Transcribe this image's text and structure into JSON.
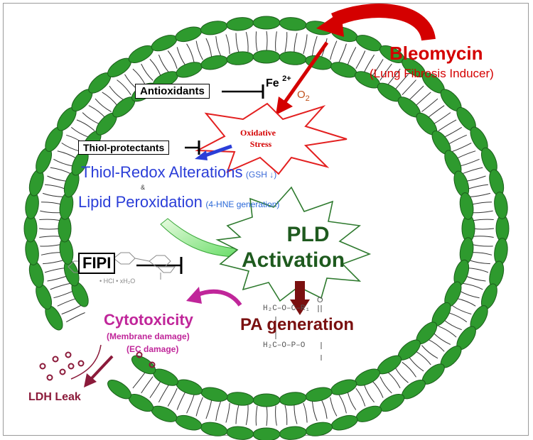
{
  "title": "",
  "bleomycin": {
    "name": "Bleomycin",
    "subtitle": "(Lung Fibrosis Inducer)"
  },
  "iron": {
    "symbol": "Fe",
    "charge": "2+"
  },
  "oxygen": {
    "symbol": "O",
    "subscript": "2"
  },
  "antioxidants": "Antioxidants",
  "oxidative_stress": {
    "line1": "Oxidative",
    "line2": "Stress"
  },
  "thiol_protectants": "Thiol-protectants",
  "thiol_redox": {
    "main": "Thiol-Redox Alterations",
    "note": "(GSH ↓)"
  },
  "connector": "&",
  "lipid_peroxidation": {
    "main": "Lipid Peroxidation",
    "note": "(4-HNE generation)"
  },
  "pld": {
    "line1": "PLD",
    "line2": "Activation"
  },
  "fipi": {
    "name": "FIPI",
    "formula_note": "• HCl • xH₂O"
  },
  "pa_generation": "PA generation",
  "cytotoxicity": {
    "title": "Cytotoxicity",
    "line1": "(Membrane damage)",
    "line2": "(EC damage)"
  },
  "ldh_leak": "LDH Leak",
  "pa_structure": {
    "row1": "H₂C–O–C–R₁",
    "row2": "H₂C–O–P–O",
    "carbonyl": "O"
  },
  "colors": {
    "membrane_green": "#2e9a2e",
    "bleomycin_red": "#d40000",
    "thiol_blue": "#2b3ed8",
    "pld_green": "#1e5a1e",
    "pa_brown": "#7a1010",
    "cytotoxicity_magenta": "#c0269a",
    "ldh_maroon": "#8b1a3a"
  }
}
